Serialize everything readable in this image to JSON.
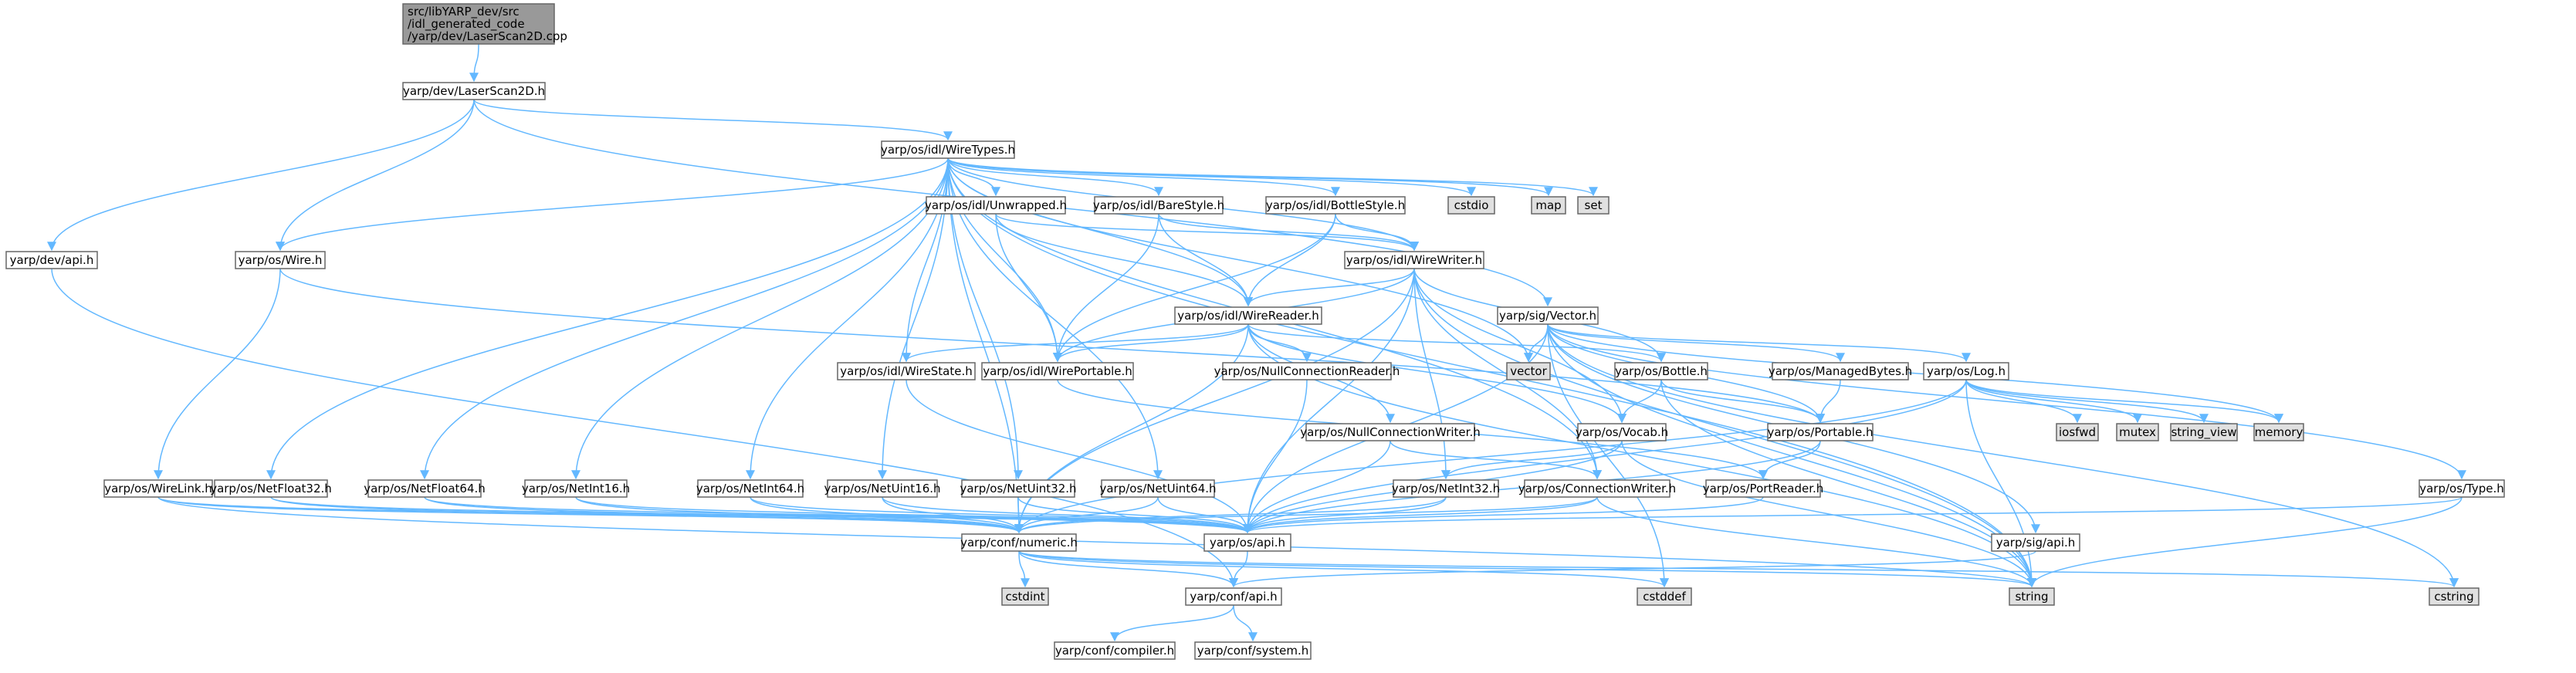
{
  "graph": {
    "colors": {
      "root_fill": "#999999",
      "node_fill": "#ffffff",
      "system_fill": "#e0e0e0",
      "missing_border": "#ff0000",
      "border": "#666666",
      "edge": "#63b8ff",
      "text": "#000000"
    },
    "nodes": [
      {
        "id": "root",
        "kind": "root",
        "lines": [
          "src/libYARP_dev/src",
          "/idl_generated_code",
          "/yarp/dev/LaserScan2D.cpp"
        ]
      },
      {
        "id": "laserscan2d",
        "kind": "file",
        "lines": [
          "yarp/dev/LaserScan2D.h"
        ]
      },
      {
        "id": "wiretypes",
        "kind": "file",
        "lines": [
          "yarp/os/idl/WireTypes.h"
        ]
      },
      {
        "id": "devapi",
        "kind": "file",
        "lines": [
          "yarp/dev/api.h"
        ]
      },
      {
        "id": "wire",
        "kind": "file",
        "lines": [
          "yarp/os/Wire.h"
        ]
      },
      {
        "id": "unwrapped",
        "kind": "file",
        "lines": [
          "yarp/os/idl/Unwrapped.h"
        ]
      },
      {
        "id": "barestyle",
        "kind": "file",
        "lines": [
          "yarp/os/idl/BareStyle.h"
        ]
      },
      {
        "id": "bottlestyle",
        "kind": "file",
        "lines": [
          "yarp/os/idl/BottleStyle.h"
        ]
      },
      {
        "id": "cstdio",
        "kind": "system",
        "lines": [
          "cstdio"
        ]
      },
      {
        "id": "map",
        "kind": "system",
        "lines": [
          "map"
        ]
      },
      {
        "id": "set",
        "kind": "system",
        "lines": [
          "set"
        ]
      },
      {
        "id": "wirewriter",
        "kind": "file",
        "lines": [
          "yarp/os/idl/WireWriter.h"
        ]
      },
      {
        "id": "sigvector",
        "kind": "file",
        "lines": [
          "yarp/sig/Vector.h"
        ]
      },
      {
        "id": "wirereader",
        "kind": "file",
        "lines": [
          "yarp/os/idl/WireReader.h"
        ]
      },
      {
        "id": "vector",
        "kind": "system",
        "lines": [
          "vector"
        ]
      },
      {
        "id": "wirestate",
        "kind": "file",
        "lines": [
          "yarp/os/idl/WireState.h"
        ]
      },
      {
        "id": "wireportable",
        "kind": "file",
        "lines": [
          "yarp/os/idl/WirePortable.h"
        ]
      },
      {
        "id": "nullconnreader",
        "kind": "missing",
        "lines": [
          "yarp/os/NullConnectionReader.h"
        ]
      },
      {
        "id": "bottle",
        "kind": "missing",
        "lines": [
          "yarp/os/Bottle.h"
        ]
      },
      {
        "id": "managedbytes",
        "kind": "missing",
        "lines": [
          "yarp/os/ManagedBytes.h"
        ]
      },
      {
        "id": "oslog",
        "kind": "file",
        "lines": [
          "yarp/os/Log.h"
        ]
      },
      {
        "id": "portable",
        "kind": "missing",
        "lines": [
          "yarp/os/Portable.h"
        ]
      },
      {
        "id": "iosfwd",
        "kind": "system",
        "lines": [
          "iosfwd"
        ]
      },
      {
        "id": "mutex",
        "kind": "system",
        "lines": [
          "mutex"
        ]
      },
      {
        "id": "string_view",
        "kind": "system",
        "lines": [
          "string_view"
        ]
      },
      {
        "id": "memory",
        "kind": "system",
        "lines": [
          "memory"
        ]
      },
      {
        "id": "nullconnwriter",
        "kind": "file",
        "lines": [
          "yarp/os/NullConnectionWriter.h"
        ]
      },
      {
        "id": "vocab",
        "kind": "file",
        "lines": [
          "yarp/os/Vocab.h"
        ]
      },
      {
        "id": "wirelink",
        "kind": "file",
        "lines": [
          "yarp/os/WireLink.h"
        ]
      },
      {
        "id": "netfloat32",
        "kind": "file",
        "lines": [
          "yarp/os/NetFloat32.h"
        ]
      },
      {
        "id": "netfloat64",
        "kind": "file",
        "lines": [
          "yarp/os/NetFloat64.h"
        ]
      },
      {
        "id": "netint16",
        "kind": "file",
        "lines": [
          "yarp/os/NetInt16.h"
        ]
      },
      {
        "id": "netint64",
        "kind": "file",
        "lines": [
          "yarp/os/NetInt64.h"
        ]
      },
      {
        "id": "netuint16",
        "kind": "file",
        "lines": [
          "yarp/os/NetUint16.h"
        ]
      },
      {
        "id": "netuint32",
        "kind": "file",
        "lines": [
          "yarp/os/NetUint32.h"
        ]
      },
      {
        "id": "netuint64",
        "kind": "file",
        "lines": [
          "yarp/os/NetUint64.h"
        ]
      },
      {
        "id": "netint32",
        "kind": "file",
        "lines": [
          "yarp/os/NetInt32.h"
        ]
      },
      {
        "id": "connwriter",
        "kind": "file",
        "lines": [
          "yarp/os/ConnectionWriter.h"
        ]
      },
      {
        "id": "portreader",
        "kind": "file",
        "lines": [
          "yarp/os/PortReader.h"
        ]
      },
      {
        "id": "ostype",
        "kind": "file",
        "lines": [
          "yarp/os/Type.h"
        ]
      },
      {
        "id": "confnumeric",
        "kind": "missing",
        "lines": [
          "yarp/conf/numeric.h"
        ]
      },
      {
        "id": "osapi",
        "kind": "file",
        "lines": [
          "yarp/os/api.h"
        ]
      },
      {
        "id": "sigapi",
        "kind": "file",
        "lines": [
          "yarp/sig/api.h"
        ]
      },
      {
        "id": "cstdint",
        "kind": "system",
        "lines": [
          "cstdint"
        ]
      },
      {
        "id": "confapi",
        "kind": "file",
        "lines": [
          "yarp/conf/api.h"
        ]
      },
      {
        "id": "cstddef",
        "kind": "system",
        "lines": [
          "cstddef"
        ]
      },
      {
        "id": "string",
        "kind": "system",
        "lines": [
          "string"
        ]
      },
      {
        "id": "cstring",
        "kind": "system",
        "lines": [
          "cstring"
        ]
      },
      {
        "id": "confcompiler",
        "kind": "file",
        "lines": [
          "yarp/conf/compiler.h"
        ]
      },
      {
        "id": "confsystem",
        "kind": "file",
        "lines": [
          "yarp/conf/system.h"
        ]
      }
    ],
    "edges": [
      [
        "root",
        "laserscan2d"
      ],
      [
        "laserscan2d",
        "wiretypes"
      ],
      [
        "laserscan2d",
        "devapi"
      ],
      [
        "laserscan2d",
        "wire"
      ],
      [
        "laserscan2d",
        "sigvector"
      ],
      [
        "devapi",
        "confapi"
      ],
      [
        "wiretypes",
        "wire"
      ],
      [
        "wiretypes",
        "unwrapped"
      ],
      [
        "wiretypes",
        "barestyle"
      ],
      [
        "wiretypes",
        "bottlestyle"
      ],
      [
        "wiretypes",
        "cstdio"
      ],
      [
        "wiretypes",
        "map"
      ],
      [
        "wiretypes",
        "set"
      ],
      [
        "wiretypes",
        "wirewriter"
      ],
      [
        "wiretypes",
        "wirereader"
      ],
      [
        "wiretypes",
        "vector"
      ],
      [
        "wiretypes",
        "wirestate"
      ],
      [
        "wiretypes",
        "wireportable"
      ],
      [
        "wiretypes",
        "netfloat32"
      ],
      [
        "wiretypes",
        "netfloat64"
      ],
      [
        "wiretypes",
        "netint16"
      ],
      [
        "wiretypes",
        "netint64"
      ],
      [
        "wiretypes",
        "netuint16"
      ],
      [
        "wiretypes",
        "netuint32"
      ],
      [
        "wiretypes",
        "netuint64"
      ],
      [
        "wiretypes",
        "confnumeric"
      ],
      [
        "wiretypes",
        "string"
      ],
      [
        "wiretypes",
        "connwriter"
      ],
      [
        "wire",
        "wirelink"
      ],
      [
        "wire",
        "portable"
      ],
      [
        "unwrapped",
        "wirewriter"
      ],
      [
        "unwrapped",
        "wirereader"
      ],
      [
        "unwrapped",
        "wireportable"
      ],
      [
        "barestyle",
        "wirewriter"
      ],
      [
        "barestyle",
        "wirereader"
      ],
      [
        "barestyle",
        "wireportable"
      ],
      [
        "bottlestyle",
        "wirewriter"
      ],
      [
        "bottlestyle",
        "wirereader"
      ],
      [
        "bottlestyle",
        "wireportable"
      ],
      [
        "wirewriter",
        "wirereader"
      ],
      [
        "wirewriter",
        "wireportable"
      ],
      [
        "wirewriter",
        "bottle"
      ],
      [
        "wirewriter",
        "vocab"
      ],
      [
        "wirewriter",
        "netint32"
      ],
      [
        "wirewriter",
        "connwriter"
      ],
      [
        "wirewriter",
        "osapi"
      ],
      [
        "wirewriter",
        "confnumeric"
      ],
      [
        "wirewriter",
        "string"
      ],
      [
        "wirereader",
        "wirestate"
      ],
      [
        "wirereader",
        "wireportable"
      ],
      [
        "wirereader",
        "nullconnreader"
      ],
      [
        "wirereader",
        "nullconnwriter"
      ],
      [
        "wirereader",
        "bottle"
      ],
      [
        "wirereader",
        "vocab"
      ],
      [
        "wirereader",
        "string"
      ],
      [
        "wirereader",
        "confnumeric"
      ],
      [
        "wireportable",
        "portreader"
      ],
      [
        "wirestate",
        "osapi"
      ],
      [
        "nullconnreader",
        "osapi"
      ],
      [
        "nullconnwriter",
        "connwriter"
      ],
      [
        "nullconnwriter",
        "osapi"
      ],
      [
        "bottle",
        "portable"
      ],
      [
        "bottle",
        "vocab"
      ],
      [
        "bottle",
        "string"
      ],
      [
        "vocab",
        "netint32"
      ],
      [
        "vocab",
        "string"
      ],
      [
        "vocab",
        "osapi"
      ],
      [
        "portable",
        "portreader"
      ],
      [
        "portable",
        "osapi"
      ],
      [
        "sigvector",
        "vector"
      ],
      [
        "sigvector",
        "managedbytes"
      ],
      [
        "sigvector",
        "oslog"
      ],
      [
        "sigvector",
        "memory"
      ],
      [
        "sigvector",
        "portable"
      ],
      [
        "sigvector",
        "ostype"
      ],
      [
        "sigvector",
        "sigapi"
      ],
      [
        "sigvector",
        "string"
      ],
      [
        "sigvector",
        "cstring"
      ],
      [
        "sigvector",
        "osapi"
      ],
      [
        "sigvector",
        "cstddef"
      ],
      [
        "managedbytes",
        "portable"
      ],
      [
        "oslog",
        "iosfwd"
      ],
      [
        "oslog",
        "mutex"
      ],
      [
        "oslog",
        "string_view"
      ],
      [
        "oslog",
        "memory"
      ],
      [
        "oslog",
        "osapi"
      ],
      [
        "oslog",
        "confnumeric"
      ],
      [
        "oslog",
        "string"
      ],
      [
        "wirelink",
        "osapi"
      ],
      [
        "wirelink",
        "confnumeric"
      ],
      [
        "wirelink",
        "string"
      ],
      [
        "netfloat32",
        "confnumeric"
      ],
      [
        "netfloat32",
        "osapi"
      ],
      [
        "netfloat64",
        "confnumeric"
      ],
      [
        "netfloat64",
        "osapi"
      ],
      [
        "netint16",
        "confnumeric"
      ],
      [
        "netint16",
        "osapi"
      ],
      [
        "netint64",
        "confnumeric"
      ],
      [
        "netint64",
        "osapi"
      ],
      [
        "netuint16",
        "confnumeric"
      ],
      [
        "netuint16",
        "osapi"
      ],
      [
        "netuint32",
        "confnumeric"
      ],
      [
        "netuint32",
        "osapi"
      ],
      [
        "netuint64",
        "confnumeric"
      ],
      [
        "netuint64",
        "osapi"
      ],
      [
        "netint32",
        "confnumeric"
      ],
      [
        "netint32",
        "osapi"
      ],
      [
        "connwriter",
        "osapi"
      ],
      [
        "connwriter",
        "string"
      ],
      [
        "connwriter",
        "confnumeric"
      ],
      [
        "portreader",
        "osapi"
      ],
      [
        "ostype",
        "osapi"
      ],
      [
        "ostype",
        "string"
      ],
      [
        "sigapi",
        "confapi"
      ],
      [
        "confnumeric",
        "confapi"
      ],
      [
        "confnumeric",
        "cstdint"
      ],
      [
        "confnumeric",
        "cstddef"
      ],
      [
        "confnumeric",
        "string"
      ],
      [
        "confnumeric",
        "cstring"
      ],
      [
        "osapi",
        "confapi"
      ],
      [
        "confapi",
        "confcompiler"
      ],
      [
        "confapi",
        "confsystem"
      ]
    ]
  }
}
